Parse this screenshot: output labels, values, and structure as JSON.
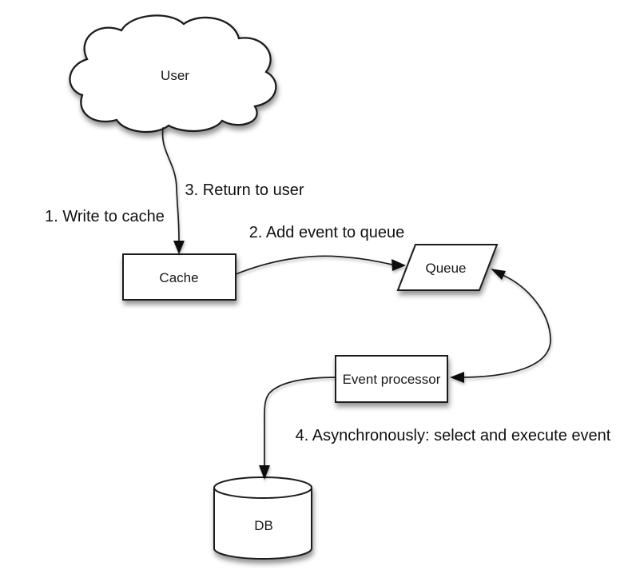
{
  "colors": {
    "background": "#ffffff",
    "line": "#1c1c1c",
    "text": "#15181d",
    "shape_fill": "#ffffff"
  },
  "nodes": {
    "user": {
      "label": "User",
      "shape": "cloud"
    },
    "cache": {
      "label": "Cache",
      "shape": "rectangle"
    },
    "queue": {
      "label": "Queue",
      "shape": "parallelogram"
    },
    "event_processor": {
      "label": "Event processor",
      "shape": "rectangle"
    },
    "db": {
      "label": "DB",
      "shape": "cylinder"
    }
  },
  "steps": {
    "step1": {
      "label": "1. Write to cache"
    },
    "step2": {
      "label": "2. Add event to queue"
    },
    "step3": {
      "label": "3. Return to user"
    },
    "step4": {
      "label": "4. Asynchronously: select and execute event"
    }
  },
  "edges": [
    {
      "from": "user",
      "to": "cache",
      "arrows": "to"
    },
    {
      "from": "cache",
      "to": "queue",
      "arrows": "to"
    },
    {
      "from": "queue",
      "to": "event_processor",
      "arrows": "both"
    },
    {
      "from": "event_processor",
      "to": "db",
      "arrows": "to"
    }
  ]
}
